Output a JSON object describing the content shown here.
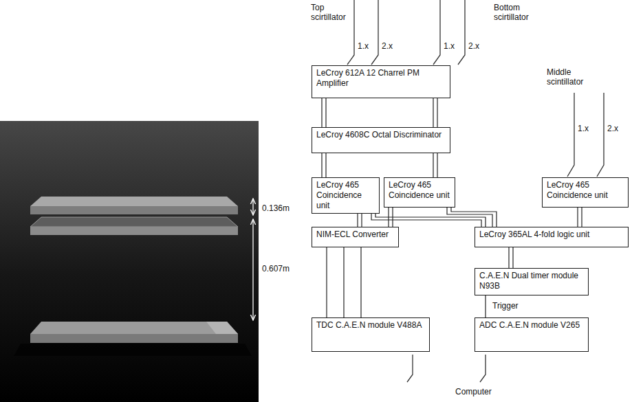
{
  "diagram": {
    "nodes": [
      {
        "text": [
          "LeCroy 612A 12 Charrel PM Amplifier"
        ]
      },
      {
        "text": [
          "LeCroy 4608C Octal Discriminator"
        ]
      },
      {
        "text": [
          "LeCroy 465 Coincidence unit"
        ]
      },
      {
        "text": [
          "LeCroy 465 Coincidence unit"
        ]
      },
      {
        "text": [
          "LeCroy 465 Coincidence unit"
        ]
      },
      {
        "text": [
          "NIM-ECL Converter"
        ]
      },
      {
        "text": [
          "LeCroy 365AL 4-fold logic unit"
        ]
      },
      {
        "text": [
          "C.A.E.N Dual timer module N93B"
        ]
      },
      {
        "text": [
          "TDC C.A.E.N module V488A"
        ]
      },
      {
        "text": [
          "ADC C.A.E.N module V265"
        ]
      }
    ],
    "edges": [
      {
        "from": 0,
        "to": 1,
        "arrow": "none"
      },
      {
        "from": 1,
        "to": 2,
        "arrow": "none"
      },
      {
        "from": 1,
        "to": 3,
        "arrow": "none"
      },
      {
        "from": 2,
        "to": 5,
        "arrow": "none"
      },
      {
        "from": 2,
        "to": 6,
        "arrow": "none"
      },
      {
        "from": 3,
        "to": 5,
        "arrow": "none"
      },
      {
        "from": 3,
        "to": 6,
        "arrow": "none"
      },
      {
        "from": 4,
        "to": 6,
        "arrow": "none"
      },
      {
        "from": 5,
        "to": 8,
        "arrow": "none"
      },
      {
        "from": 6,
        "to": 7,
        "arrow": "none"
      },
      {
        "from": 7,
        "to": 9,
        "label": "Trigger",
        "arrow": "none"
      }
    ],
    "labels": [
      "Top scirtillator",
      "1.x",
      "2.x",
      "Bottom scirtillator",
      "1.x",
      "2.x",
      "Middle scintillator",
      "1.x",
      "2.x",
      "Computer",
      "0.136m",
      "0.607m"
    ]
  }
}
